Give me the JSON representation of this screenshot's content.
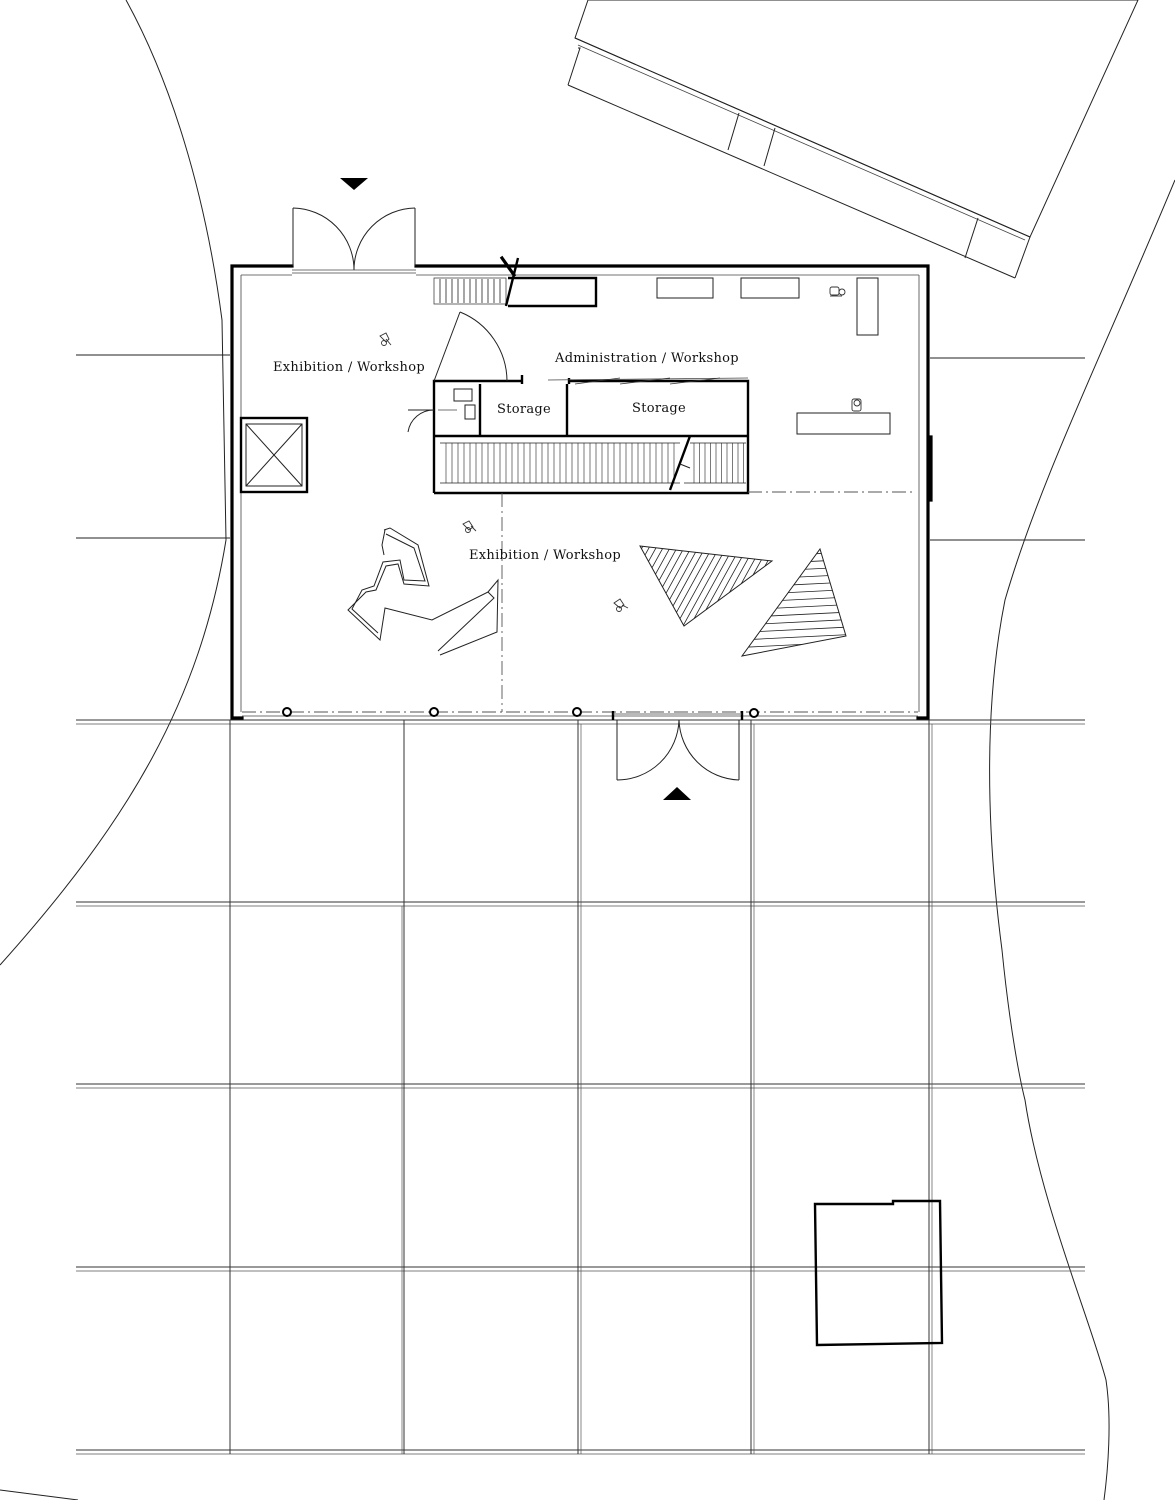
{
  "rooms": {
    "exhibition_north": "Exhibition / Workshop",
    "administration": "Administration / Workshop",
    "storage_small": "Storage",
    "storage_large": "Storage",
    "exhibition_south": "Exhibition / Workshop"
  },
  "entrances": {
    "north_marker": "entrance-arrow-down",
    "south_marker": "entrance-arrow-up"
  },
  "colors": {
    "line": "#000000",
    "background": "#ffffff"
  }
}
